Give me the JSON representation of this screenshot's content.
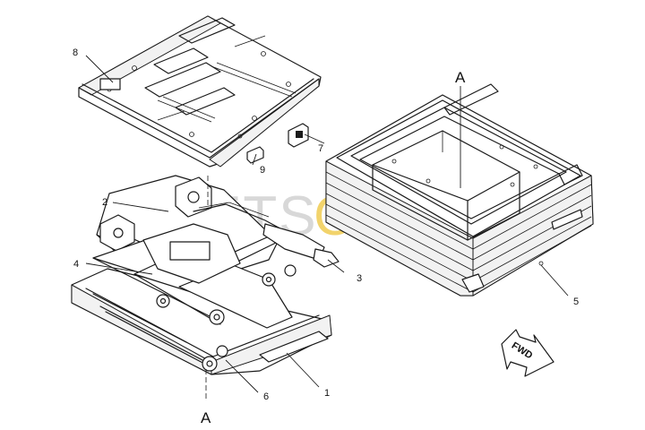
{
  "watermark": {
    "text_left": "ETS",
    "text_right": "CAT",
    "color_left": "#d8d8d8",
    "color_right": "#f2d36b"
  },
  "callouts": {
    "c1": "1",
    "c2": "2",
    "c3": "3",
    "c4": "4",
    "c5": "5",
    "c6": "6",
    "c7": "7",
    "c8": "8",
    "c9": "9"
  },
  "section_labels": {
    "top": "A",
    "bottom": "A"
  },
  "direction_arrow": {
    "label": "FWD"
  }
}
